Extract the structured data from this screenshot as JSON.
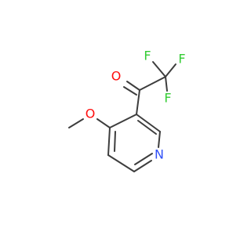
{
  "molecule": {
    "atoms": {
      "f_top_left": "F",
      "f_top_right": "F",
      "f_bottom": "F",
      "o_carbonyl": "O",
      "o_methoxy": "O",
      "n_ring": "N"
    }
  },
  "colors": {
    "bond": "#3d3d3d",
    "fluorine": "#33cc33",
    "oxygen": "#ff0d0d",
    "nitrogen": "#3050f8"
  }
}
